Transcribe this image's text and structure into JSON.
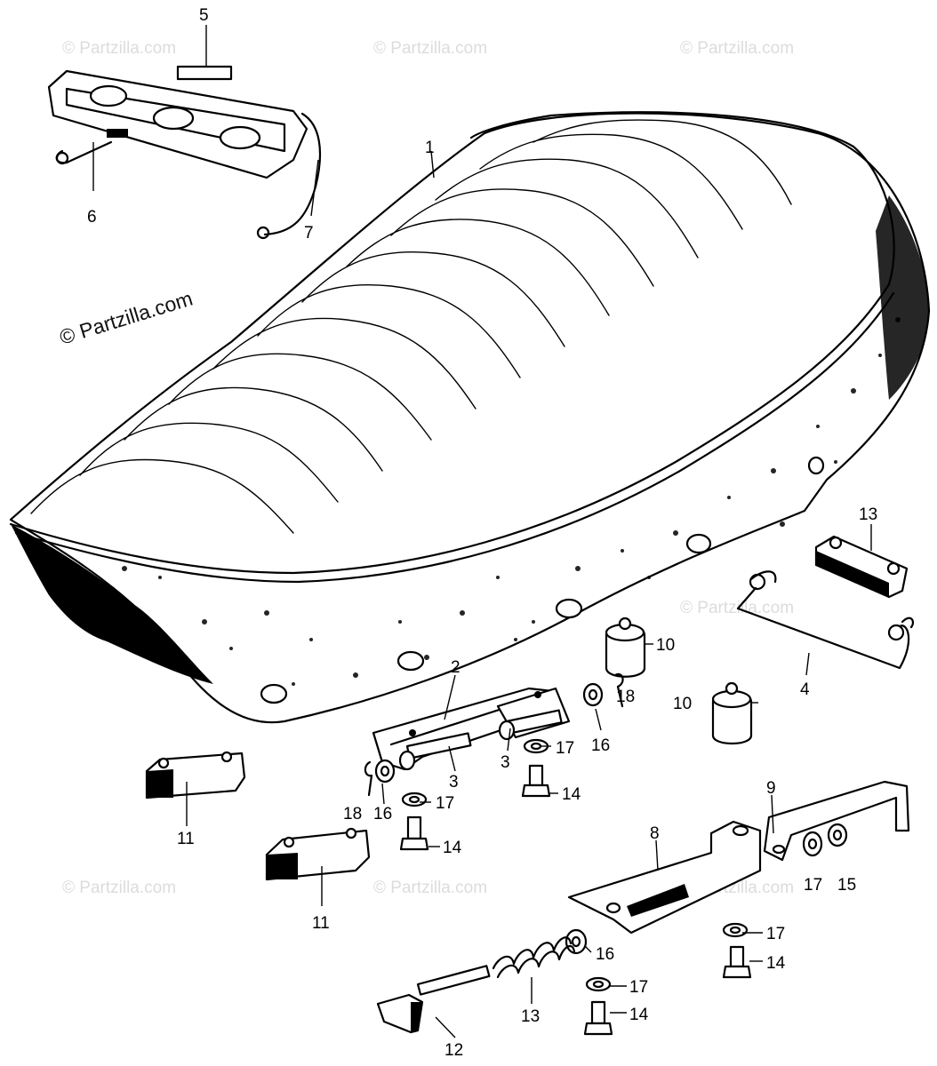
{
  "watermark": {
    "main": "© Partzilla.com",
    "faint": "© Partzilla.com"
  },
  "callouts": {
    "c1": "1",
    "c2": "2",
    "c3a": "3",
    "c3b": "3",
    "c4": "4",
    "c5": "5",
    "c6": "6",
    "c7": "7",
    "c8": "8",
    "c9": "9",
    "c10a": "10",
    "c10b": "10",
    "c11a": "11",
    "c11b": "11",
    "c12": "12",
    "c13a": "13",
    "c13b": "13",
    "c14a": "14",
    "c14b": "14",
    "c14c": "14",
    "c14d": "14",
    "c15": "15",
    "c16a": "16",
    "c16b": "16",
    "c16c": "16",
    "c17a": "17",
    "c17b": "17",
    "c17c": "17",
    "c17d": "17",
    "c17e": "17",
    "c18a": "18",
    "c18b": "18"
  }
}
